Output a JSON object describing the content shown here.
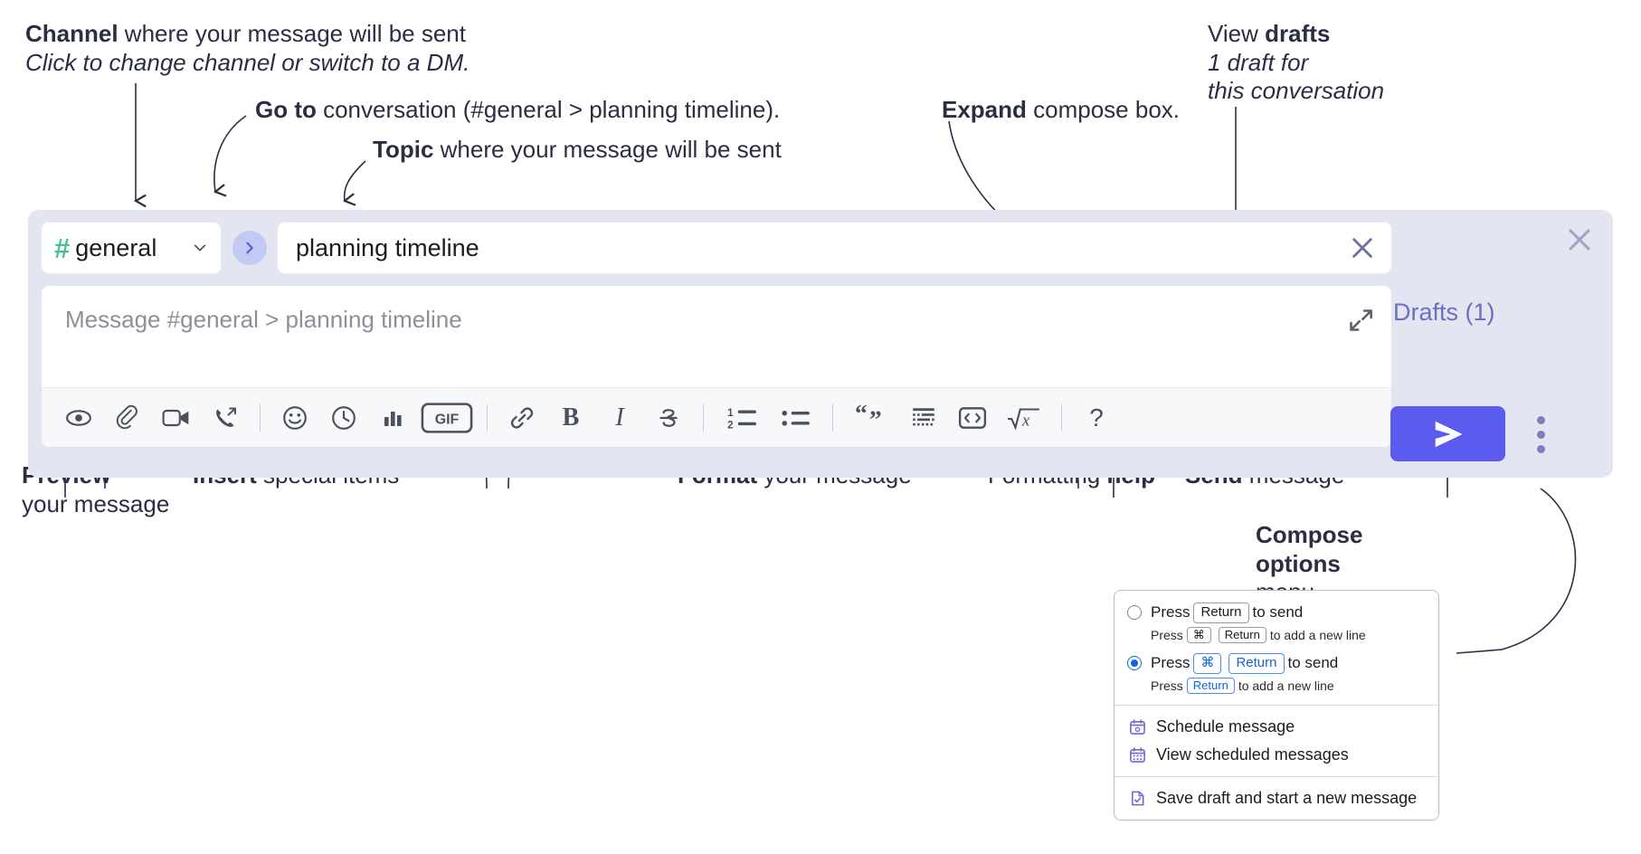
{
  "annotations": {
    "channel": {
      "bold": "Channel",
      "rest": " where your message will be sent",
      "italic": "Click to change channel or switch to a DM."
    },
    "goto": {
      "bold": "Go to",
      "rest": " conversation (#general > planning timeline)."
    },
    "topic": {
      "bold": "Topic",
      "rest": " where your message will be sent"
    },
    "expand": {
      "bold": "Expand",
      "rest": " compose box."
    },
    "drafts": {
      "bold_lead": "View ",
      "bold": "drafts",
      "italic1": "1 draft for",
      "italic2": "this conversation"
    },
    "preview": {
      "bold": "Preview",
      "rest": "your message"
    },
    "insert": {
      "bold": "Insert",
      "rest": " special items"
    },
    "format": {
      "bold": "Format",
      "rest": " your message"
    },
    "help": {
      "lead": "Formatting ",
      "bold": "help"
    },
    "send": {
      "bold": "Send",
      "rest": " message"
    },
    "compose_options": {
      "bold1": "Compose",
      "bold2": "options",
      "rest": "menu"
    }
  },
  "compose": {
    "channel": {
      "hash": "#",
      "name": "general",
      "chevron_icon": "chevron-down-icon"
    },
    "go_to_conversation_icon": "chevron-right-icon",
    "topic": {
      "value": "planning timeline",
      "clear_icon": "close-icon"
    },
    "message": {
      "placeholder": "Message #general > planning timeline",
      "value": "",
      "expand_icon": "expand-icon"
    },
    "close_icon": "close-icon",
    "drafts_label": "Drafts (1)",
    "send_icon": "send-paper-plane-icon",
    "options_icon": "kebab-vertical-icon",
    "toolbar": [
      {
        "name": "preview-icon",
        "label": "Preview"
      },
      {
        "name": "attachment-paperclip-icon",
        "label": "Attach file"
      },
      {
        "name": "video-camera-icon",
        "label": "Video clip"
      },
      {
        "name": "phone-forward-icon",
        "label": "Audio clip"
      },
      {
        "name": "divider",
        "label": ""
      },
      {
        "name": "emoji-smiley-icon",
        "label": "Emoji"
      },
      {
        "name": "clock-icon",
        "label": "Reminder"
      },
      {
        "name": "bar-chart-icon",
        "label": "Poll"
      },
      {
        "name": "gif-icon",
        "label": "GIF"
      },
      {
        "name": "divider",
        "label": ""
      },
      {
        "name": "link-icon",
        "label": "Link"
      },
      {
        "name": "bold-icon",
        "label": "Bold"
      },
      {
        "name": "italic-icon",
        "label": "Italic"
      },
      {
        "name": "strikethrough-icon",
        "label": "Strikethrough"
      },
      {
        "name": "divider",
        "label": ""
      },
      {
        "name": "ordered-list-icon",
        "label": "Ordered list"
      },
      {
        "name": "bulleted-list-icon",
        "label": "Bulleted list"
      },
      {
        "name": "divider",
        "label": ""
      },
      {
        "name": "blockquote-icon",
        "label": "Blockquote"
      },
      {
        "name": "code-block-icon",
        "label": "Code block"
      },
      {
        "name": "code-inline-icon",
        "label": "Code"
      },
      {
        "name": "math-formula-icon",
        "label": "Math"
      },
      {
        "name": "divider",
        "label": ""
      },
      {
        "name": "help-question-icon",
        "label": "?"
      }
    ],
    "gif_label": "GIF",
    "bold_label": "B",
    "italic_label": "I",
    "help_label": "?"
  },
  "menu": {
    "option1": {
      "selected": false,
      "press": "Press",
      "key": "Return",
      "tail": "to send",
      "sub_press": "Press",
      "sub_key1": "⌘",
      "sub_key2": "Return",
      "sub_tail": "to add a new line"
    },
    "option2": {
      "selected": true,
      "press": "Press",
      "key1": "⌘",
      "key2": "Return",
      "tail": "to send",
      "sub_press": "Press",
      "sub_key": "Return",
      "sub_tail": "to add a new line"
    },
    "items": [
      {
        "icon": "calendar-clock-icon",
        "label": "Schedule message"
      },
      {
        "icon": "calendar-grid-icon",
        "label": "View scheduled messages"
      },
      {
        "icon": "save-draft-icon",
        "label": "Save draft and start a new message"
      }
    ]
  },
  "colors": {
    "accent_send": "#5b5bef",
    "compose_bg": "#e3e5f1",
    "hash_green": "#4ac08f",
    "drafts_text": "#6b6fc4",
    "radio_blue": "#1264dd"
  }
}
